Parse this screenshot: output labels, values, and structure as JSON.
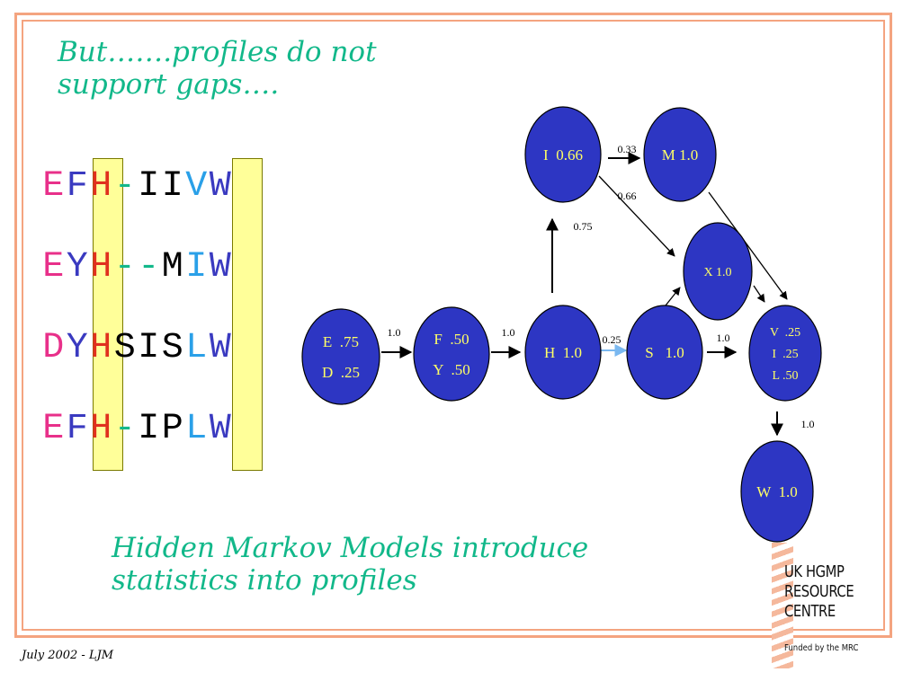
{
  "slide": {
    "title_line1": "But…….profiles do not",
    "title_line2": "support gaps….",
    "subtitle_line1": "Hidden Markov Models introduce",
    "subtitle_line2": "statistics into profiles",
    "footer": "July 2002 - LJM"
  },
  "colors": {
    "accent_text": "#12b88a",
    "node_fill": "#2d36c3",
    "node_label": "#ffff66",
    "highlight": "#ffff99",
    "frame": "#f4a480"
  },
  "alignment": [
    [
      {
        "c": "E",
        "col": "#e8308a"
      },
      {
        "c": "F",
        "col": "#3a3ac0"
      },
      {
        "c": "H",
        "col": "#e0301e"
      },
      {
        "c": "-",
        "col": "#12b88a"
      },
      {
        "c": "I",
        "col": "#000000"
      },
      {
        "c": "I",
        "col": "#000000"
      },
      {
        "c": "V",
        "col": "#2aa0e8"
      },
      {
        "c": "W",
        "col": "#3a3ac0"
      }
    ],
    [
      {
        "c": "E",
        "col": "#e8308a"
      },
      {
        "c": "Y",
        "col": "#3a3ac0"
      },
      {
        "c": "H",
        "col": "#e0301e"
      },
      {
        "c": "-",
        "col": "#12b88a"
      },
      {
        "c": "-",
        "col": "#12b88a"
      },
      {
        "c": "M",
        "col": "#000000"
      },
      {
        "c": "I",
        "col": "#2aa0e8"
      },
      {
        "c": "W",
        "col": "#3a3ac0"
      }
    ],
    [
      {
        "c": "D",
        "col": "#e8308a"
      },
      {
        "c": "Y",
        "col": "#3a3ac0"
      },
      {
        "c": "H",
        "col": "#e0301e"
      },
      {
        "c": "S",
        "col": "#000000"
      },
      {
        "c": "I",
        "col": "#000000"
      },
      {
        "c": "S",
        "col": "#000000"
      },
      {
        "c": "L",
        "col": "#2aa0e8"
      },
      {
        "c": "W",
        "col": "#3a3ac0"
      }
    ],
    [
      {
        "c": "E",
        "col": "#e8308a"
      },
      {
        "c": "F",
        "col": "#3a3ac0"
      },
      {
        "c": "H",
        "col": "#e0301e"
      },
      {
        "c": "-",
        "col": "#12b88a"
      },
      {
        "c": "I",
        "col": "#000000"
      },
      {
        "c": "P",
        "col": "#000000"
      },
      {
        "c": "L",
        "col": "#2aa0e8"
      },
      {
        "c": "W",
        "col": "#3a3ac0"
      }
    ]
  ],
  "diagram": {
    "nodes": [
      {
        "id": "ED",
        "lines": [
          "E  .75",
          "D  .25"
        ]
      },
      {
        "id": "FY",
        "lines": [
          "F  .50",
          "Y  .50"
        ]
      },
      {
        "id": "H",
        "lines": [
          "H  1.0"
        ]
      },
      {
        "id": "I",
        "lines": [
          "I  0.66"
        ]
      },
      {
        "id": "M",
        "lines": [
          "M 1.0"
        ]
      },
      {
        "id": "X",
        "lines": [
          "X 1.0"
        ]
      },
      {
        "id": "S",
        "lines": [
          "S   1.0"
        ]
      },
      {
        "id": "VIL",
        "lines": [
          "V  .25",
          "I  .25",
          "L .50"
        ]
      },
      {
        "id": "W",
        "lines": [
          "W  1.0"
        ]
      }
    ],
    "edges": [
      {
        "from": "ED",
        "to": "FY",
        "label": "1.0"
      },
      {
        "from": "FY",
        "to": "H",
        "label": "1.0"
      },
      {
        "from": "H",
        "to": "S",
        "label": "0.25"
      },
      {
        "from": "H",
        "to": "I",
        "label": "0.75"
      },
      {
        "from": "I",
        "to": "M",
        "label": "0.33"
      },
      {
        "from": "I",
        "to": "X",
        "label": "0.66"
      },
      {
        "from": "M",
        "to": "VIL",
        "label": ""
      },
      {
        "from": "S",
        "to": "X",
        "label": ""
      },
      {
        "from": "X",
        "to": "VIL",
        "label": ""
      },
      {
        "from": "S",
        "to": "VIL",
        "label": "1.0"
      },
      {
        "from": "VIL",
        "to": "W",
        "label": "1.0"
      }
    ]
  },
  "logo": {
    "line1": "UK HGMP",
    "line2": "RESOURCE",
    "line3": "CENTRE",
    "funded": "Funded by the MRC"
  }
}
